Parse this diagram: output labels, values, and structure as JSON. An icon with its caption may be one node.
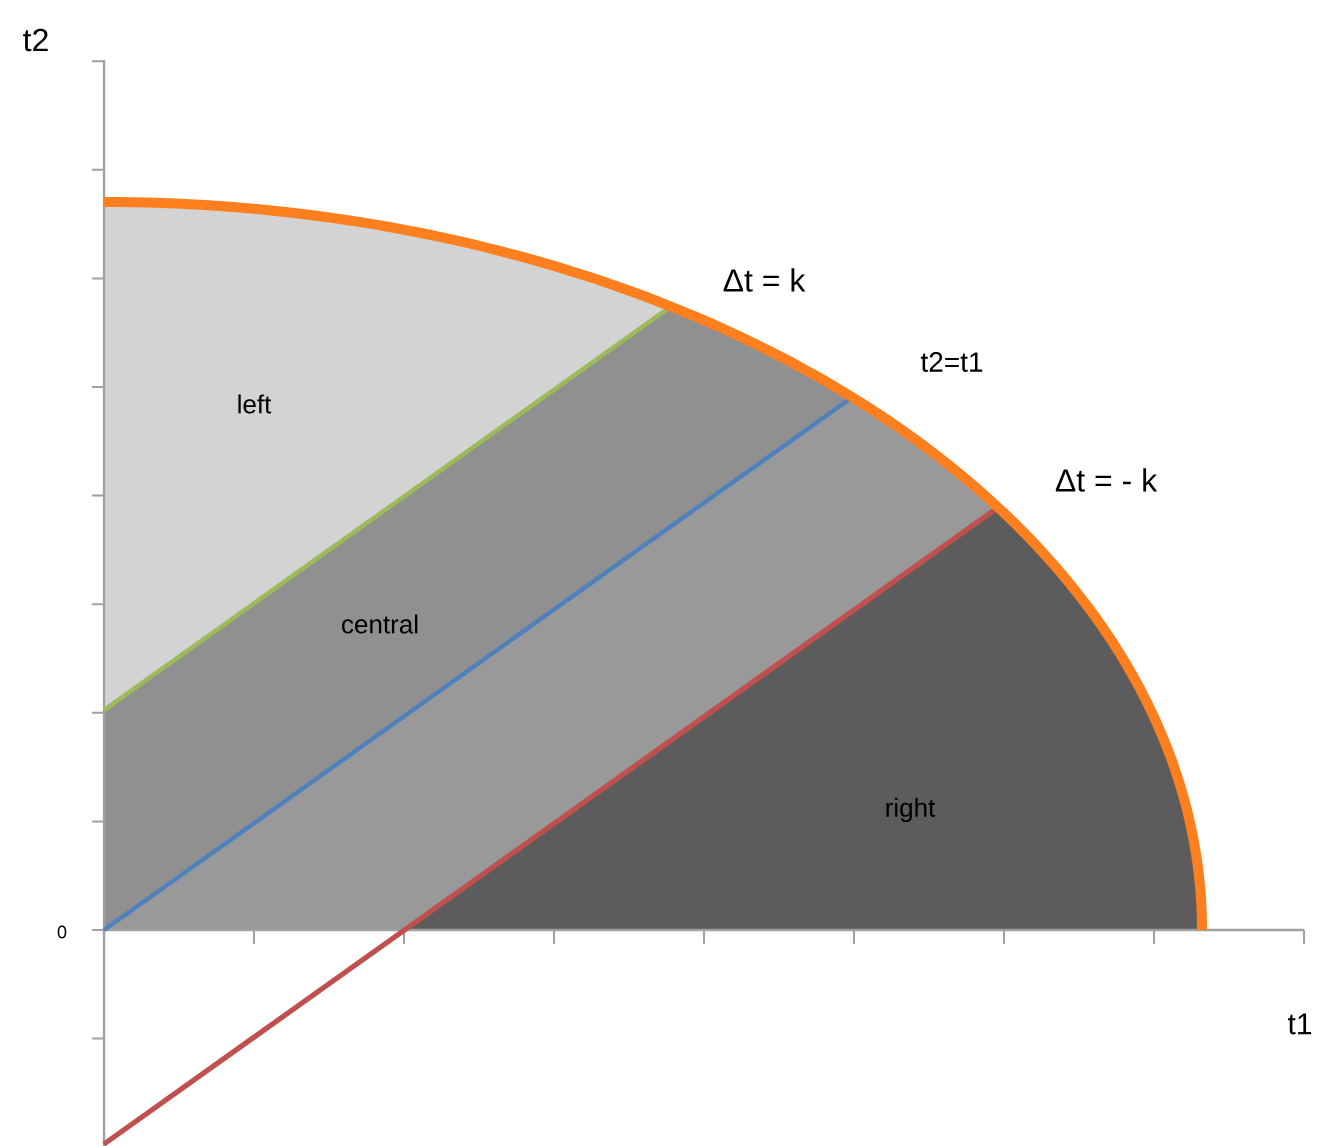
{
  "diagram": {
    "nodes": [
      {
        "text": [
          "left"
        ]
      },
      {
        "text": [
          "central"
        ]
      },
      {
        "text": [
          "right"
        ]
      }
    ],
    "labels": [
      "t2",
      "Δt = k",
      "t2=t1",
      "Δt = - k",
      "0",
      "t1"
    ]
  }
}
